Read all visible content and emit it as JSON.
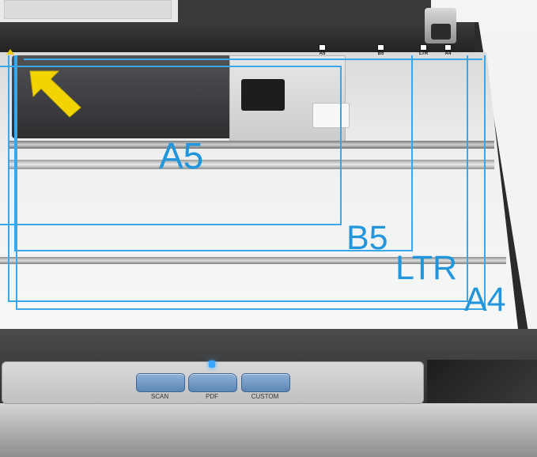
{
  "image": {
    "subject": "flatbed-scanner-document-size-guides",
    "accent_color": "#2196dc",
    "guide_color": "#39a7e8",
    "button_color": "#6d93c0"
  },
  "size_labels": {
    "a5": "A5",
    "b5": "B5",
    "ltr": "LTR",
    "a4": "A4"
  },
  "edge_marks": [
    {
      "id": "a5",
      "text": "A5"
    },
    {
      "id": "b5",
      "text": "B5"
    },
    {
      "id": "ltr",
      "text": "LTR"
    },
    {
      "id": "a4",
      "text": "A4"
    }
  ],
  "buttons": {
    "scan": "SCAN",
    "pdf": "PDF",
    "custom": "CUSTOM"
  },
  "icons": {
    "corner_alignment": "yellow-arrow-icon",
    "indicator_led": "led-icon"
  }
}
